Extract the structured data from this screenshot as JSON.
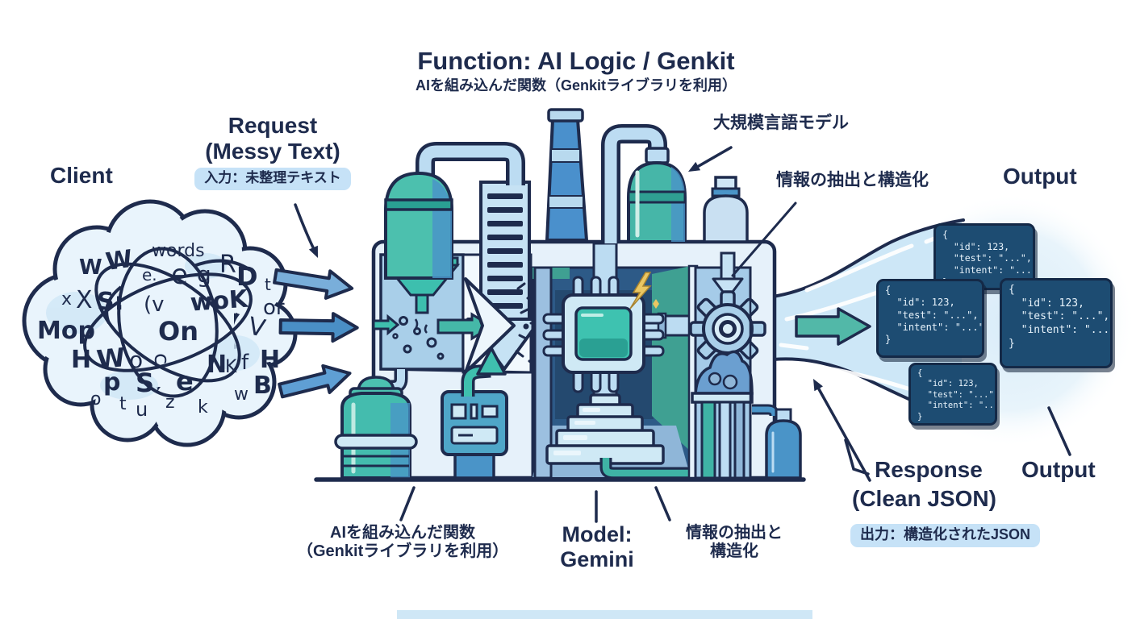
{
  "header": {
    "title": "Function: AI Logic / Genkit",
    "subtitle": "AIを組み込んだ関数（Genkitライブラリを利用）"
  },
  "client": {
    "label": "Client"
  },
  "request": {
    "title": "Request",
    "subtitle": "(Messy Text)",
    "badge": "入力：未整理テキスト"
  },
  "cloud": {
    "letters": [
      "words",
      "W",
      "W",
      "R",
      "D",
      "e.",
      "e",
      "g",
      "t",
      "x",
      "X",
      "S:",
      "(v",
      "woK",
      "or",
      "Mop",
      "On",
      "V",
      "H",
      "W",
      "o",
      "c",
      "N",
      "K",
      "f",
      "H",
      "p",
      "S",
      "e",
      "B",
      "o",
      "t",
      "u",
      "z",
      "k",
      "w"
    ]
  },
  "machine": {
    "llm_label": "大規模言語モデル",
    "extraction_label": "情報の抽出と構造化"
  },
  "output": {
    "top_label": "Output",
    "bottom_label": "Output",
    "card_text": "{\n  \"id\": 123,\n  \"test\": \"...\",\n  \"intent\": \"...\"\n}"
  },
  "response": {
    "title": "Response",
    "subtitle": "(Clean JSON)",
    "badge": "出力：構造化されたJSON"
  },
  "footer": {
    "function_line1": "AIを組み込んだ関数",
    "function_line2": "（Genkitライブラリを利用）",
    "model_line1": "Model:",
    "model_line2": "Gemini",
    "extraction_line1": "情報の抽出と",
    "extraction_line2": "構造化"
  },
  "colors": {
    "navy": "#1e2b4d",
    "badge_bg": "#c6e2f7",
    "teal": "#40bdac",
    "blue": "#4a92c8",
    "card_bg": "#1d4c72",
    "card_text": "#e8f3fb",
    "horn": "#cde7f7"
  }
}
